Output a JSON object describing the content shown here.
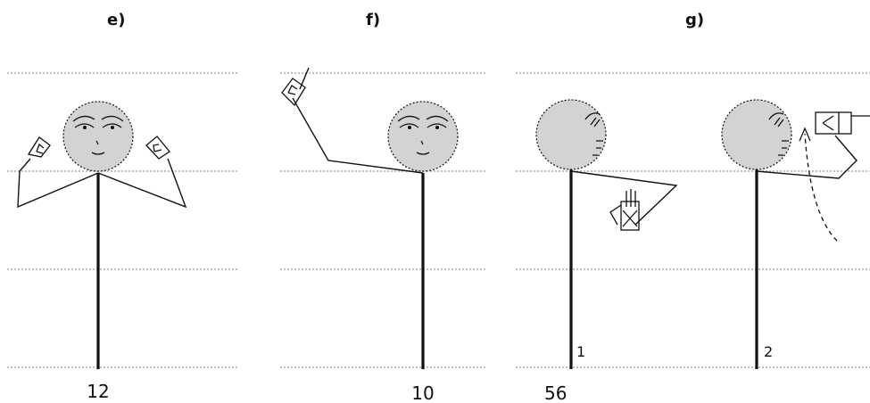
{
  "panels": [
    {
      "id": "e",
      "label": "e)",
      "number": "12"
    },
    {
      "id": "f",
      "label": "f)",
      "number": "10"
    },
    {
      "id": "g",
      "label": "g)",
      "number": "56",
      "sub_labels": [
        "1",
        "2"
      ]
    }
  ]
}
